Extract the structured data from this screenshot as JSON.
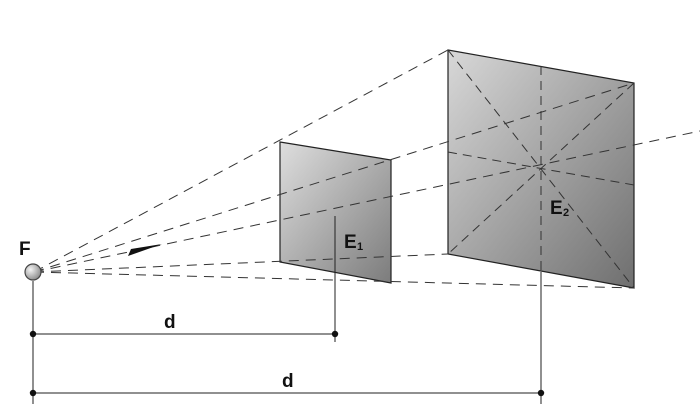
{
  "labels": {
    "source": "F",
    "screen1_main": "E",
    "screen1_sub": "1",
    "screen2_main": "E",
    "screen2_sub": "2",
    "distance1": "d",
    "distance2": "d"
  },
  "colors": {
    "ray": "#333333",
    "outline": "#222222",
    "plane_light": "#dcdcdc",
    "plane_dark": "#7a7a7a",
    "source_fill": "#cfcfcf"
  }
}
